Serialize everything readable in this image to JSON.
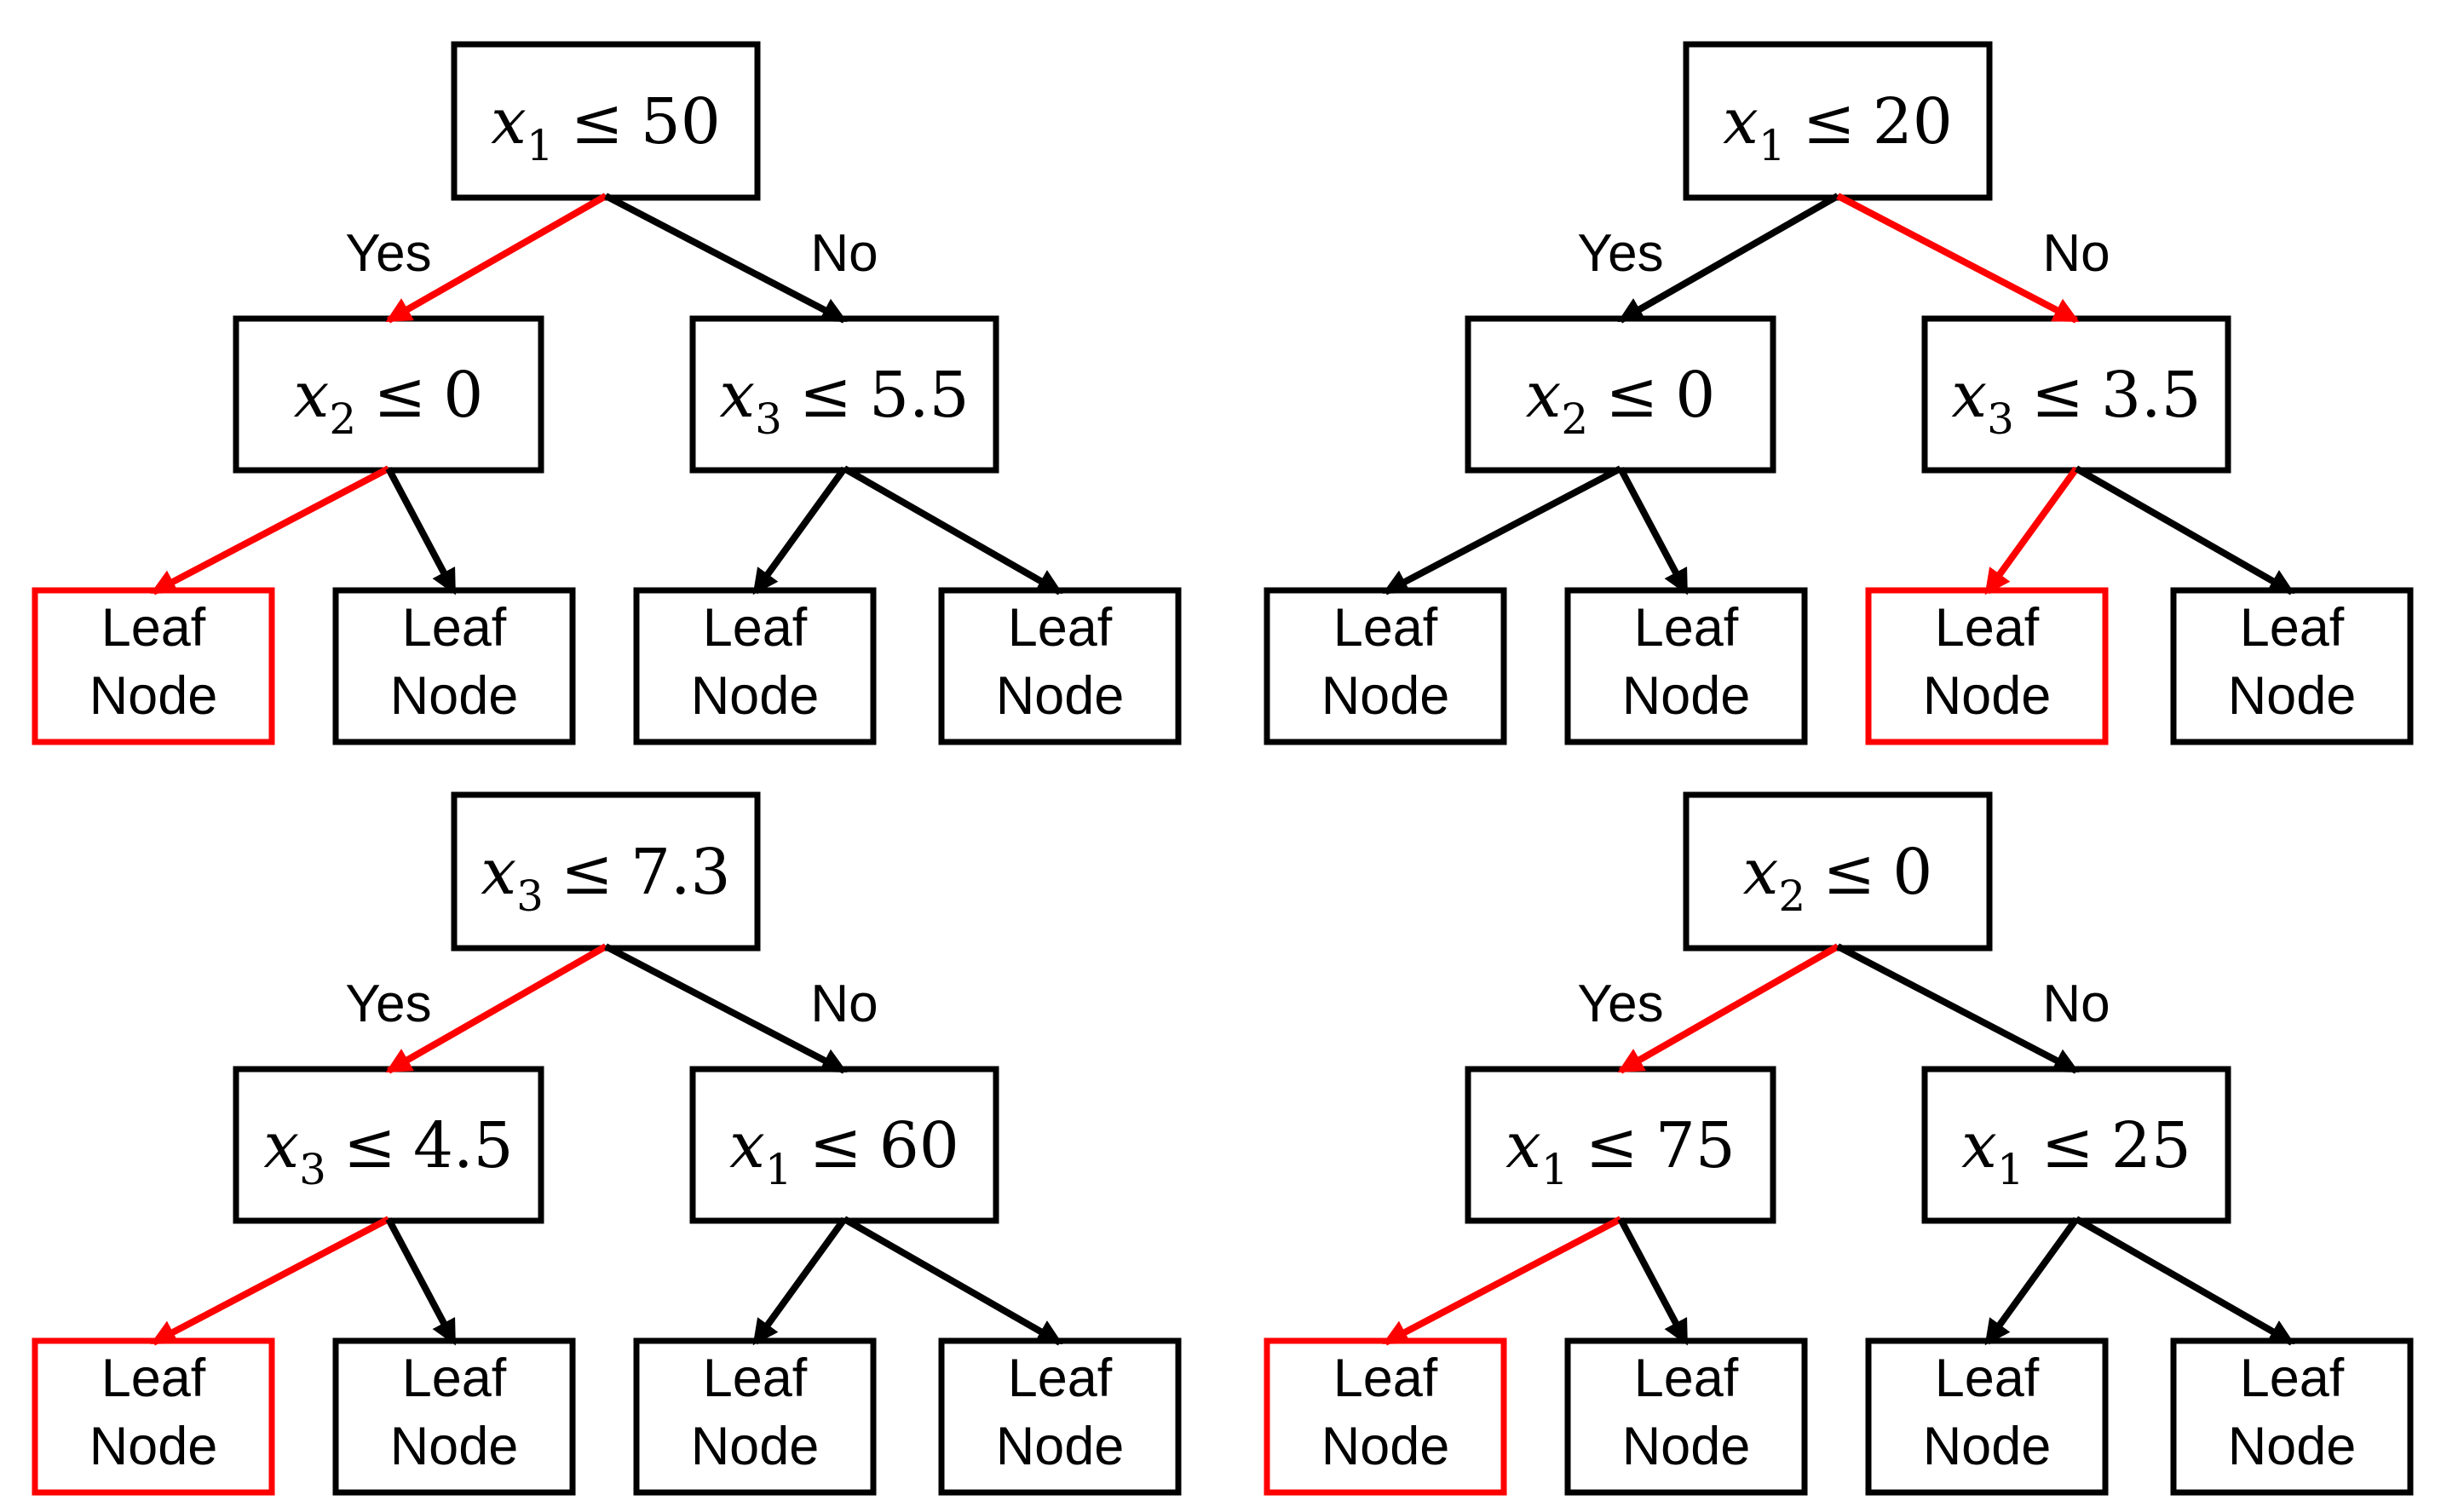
{
  "colors": {
    "default": "#000000",
    "highlight": "#ff0000",
    "background": "#ffffff",
    "node_fill": "#ffffff"
  },
  "edge_labels": {
    "yes": "Yes",
    "no": "No"
  },
  "leaf_node_label": {
    "line1": "Leaf",
    "line2": "Node"
  },
  "trees": [
    {
      "position": "top-left",
      "root": {
        "variable": "x",
        "subscript": "1",
        "operator": "≤",
        "threshold": "50"
      },
      "left_child": {
        "variable": "x",
        "subscript": "2",
        "operator": "≤",
        "threshold": "0"
      },
      "right_child": {
        "variable": "x",
        "subscript": "3",
        "operator": "≤",
        "threshold": "5.5"
      },
      "highlighted_edges": [
        "root-left",
        "left-leaf0"
      ],
      "highlighted_leaf_index": 0
    },
    {
      "position": "top-right",
      "root": {
        "variable": "x",
        "subscript": "1",
        "operator": "≤",
        "threshold": "20"
      },
      "left_child": {
        "variable": "x",
        "subscript": "2",
        "operator": "≤",
        "threshold": "0"
      },
      "right_child": {
        "variable": "x",
        "subscript": "3",
        "operator": "≤",
        "threshold": "3.5"
      },
      "highlighted_edges": [
        "root-right",
        "right-leaf2"
      ],
      "highlighted_leaf_index": 2
    },
    {
      "position": "bottom-left",
      "root": {
        "variable": "x",
        "subscript": "3",
        "operator": "≤",
        "threshold": "7.3"
      },
      "left_child": {
        "variable": "x",
        "subscript": "3",
        "operator": "≤",
        "threshold": "4.5"
      },
      "right_child": {
        "variable": "x",
        "subscript": "1",
        "operator": "≤",
        "threshold": "60"
      },
      "highlighted_edges": [
        "root-left",
        "left-leaf0"
      ],
      "highlighted_leaf_index": 0
    },
    {
      "position": "bottom-right",
      "root": {
        "variable": "x",
        "subscript": "2",
        "operator": "≤",
        "threshold": "0"
      },
      "left_child": {
        "variable": "x",
        "subscript": "1",
        "operator": "≤",
        "threshold": "75"
      },
      "right_child": {
        "variable": "x",
        "subscript": "1",
        "operator": "≤",
        "threshold": "25"
      },
      "highlighted_edges": [
        "root-left",
        "left-leaf0"
      ],
      "highlighted_leaf_index": 0
    }
  ]
}
